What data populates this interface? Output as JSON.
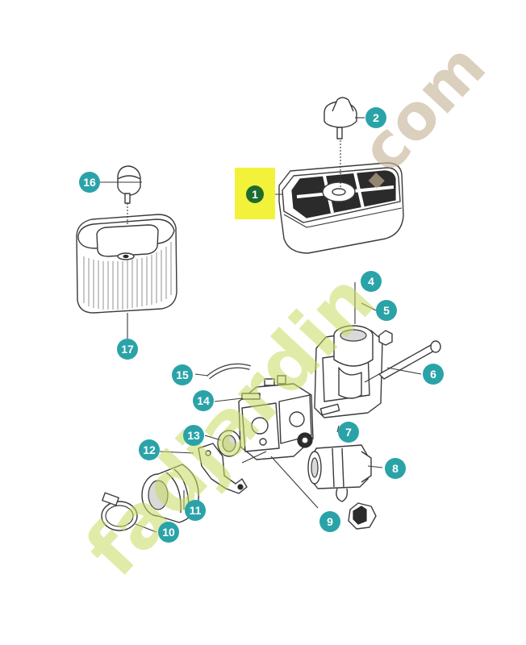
{
  "diagram": {
    "accent_color": "#2aa3a8",
    "highlight_color": "#f2f23a",
    "highlighted_part_color": "#1e6b30",
    "callouts": [
      {
        "id": "1",
        "label": "1"
      },
      {
        "id": "2",
        "label": "2"
      },
      {
        "id": "4",
        "label": "4"
      },
      {
        "id": "5",
        "label": "5"
      },
      {
        "id": "6",
        "label": "6"
      },
      {
        "id": "7",
        "label": "7"
      },
      {
        "id": "8",
        "label": "8"
      },
      {
        "id": "9",
        "label": "9"
      },
      {
        "id": "10",
        "label": "10"
      },
      {
        "id": "11",
        "label": "11"
      },
      {
        "id": "12",
        "label": "12"
      },
      {
        "id": "13",
        "label": "13"
      },
      {
        "id": "14",
        "label": "14"
      },
      {
        "id": "15",
        "label": "15"
      },
      {
        "id": "16",
        "label": "16"
      },
      {
        "id": "17",
        "label": "17"
      }
    ]
  },
  "watermark": {
    "main": "fadjardin",
    "suffix": ".com"
  }
}
